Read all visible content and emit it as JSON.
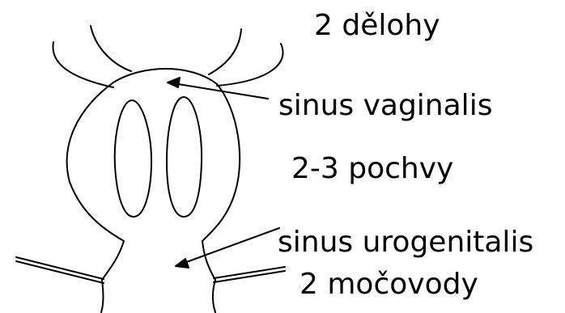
{
  "labels": {
    "uterus": "2 dělohy",
    "sinus_vaginalis": "sinus vaginalis",
    "vaginas": "2-3 pochvy",
    "sinus_urogenitalis": "sinus urogenitalis",
    "ureters": "2 močovody"
  },
  "colors": {
    "stroke": "#000000",
    "background": "#ffffff"
  }
}
